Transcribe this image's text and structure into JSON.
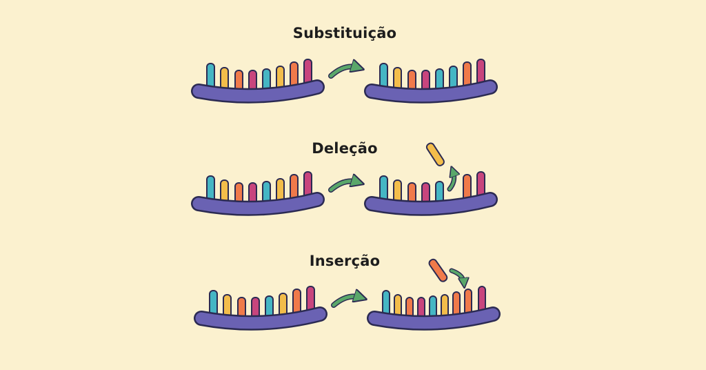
{
  "labels": {
    "substitution": "Substituição",
    "deletion": "Deleção",
    "insertion": "Inserção"
  },
  "colors": {
    "background": "#fbf1cf",
    "backbone": "#6a62b3",
    "backbone_outline": "#2b2a52",
    "arrow": "#5aa76a",
    "cyan": "#45b6c4",
    "yellow": "#f3bd4a",
    "orange": "#f07a4a",
    "magenta": "#c8457d"
  },
  "icons": [
    "curved-arrow-icon",
    "dna-strand-icon"
  ]
}
